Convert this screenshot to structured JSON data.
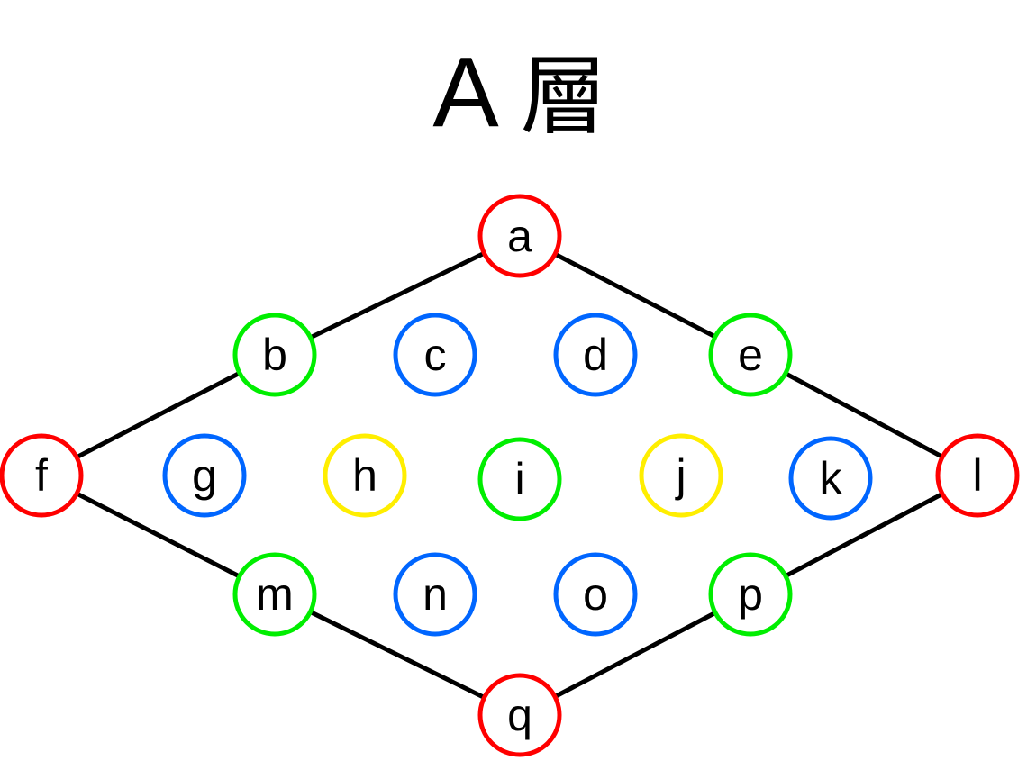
{
  "title": {
    "latin": "A",
    "cjk": "層"
  },
  "colors": {
    "red": "#ff0000",
    "green": "#00ee00",
    "blue": "#0066ff",
    "yellow": "#ffee00",
    "edge": "#000000",
    "text": "#000000"
  },
  "nodes": [
    {
      "id": "a",
      "label": "a",
      "color": "red"
    },
    {
      "id": "b",
      "label": "b",
      "color": "green"
    },
    {
      "id": "c",
      "label": "c",
      "color": "blue"
    },
    {
      "id": "d",
      "label": "d",
      "color": "blue"
    },
    {
      "id": "e",
      "label": "e",
      "color": "green"
    },
    {
      "id": "f",
      "label": "f",
      "color": "red"
    },
    {
      "id": "g",
      "label": "g",
      "color": "blue"
    },
    {
      "id": "h",
      "label": "h",
      "color": "yellow"
    },
    {
      "id": "i",
      "label": "i",
      "color": "green"
    },
    {
      "id": "j",
      "label": "j",
      "color": "yellow"
    },
    {
      "id": "k",
      "label": "k",
      "color": "blue"
    },
    {
      "id": "l",
      "label": "l",
      "color": "red"
    },
    {
      "id": "m",
      "label": "m",
      "color": "green"
    },
    {
      "id": "n",
      "label": "n",
      "color": "blue"
    },
    {
      "id": "o",
      "label": "o",
      "color": "blue"
    },
    {
      "id": "p",
      "label": "p",
      "color": "green"
    },
    {
      "id": "q",
      "label": "q",
      "color": "red"
    }
  ],
  "edges": [
    {
      "from": "a",
      "to": "b"
    },
    {
      "from": "a",
      "to": "e"
    },
    {
      "from": "b",
      "to": "f"
    },
    {
      "from": "e",
      "to": "l"
    },
    {
      "from": "f",
      "to": "m"
    },
    {
      "from": "l",
      "to": "p"
    },
    {
      "from": "m",
      "to": "q"
    },
    {
      "from": "p",
      "to": "q"
    }
  ]
}
